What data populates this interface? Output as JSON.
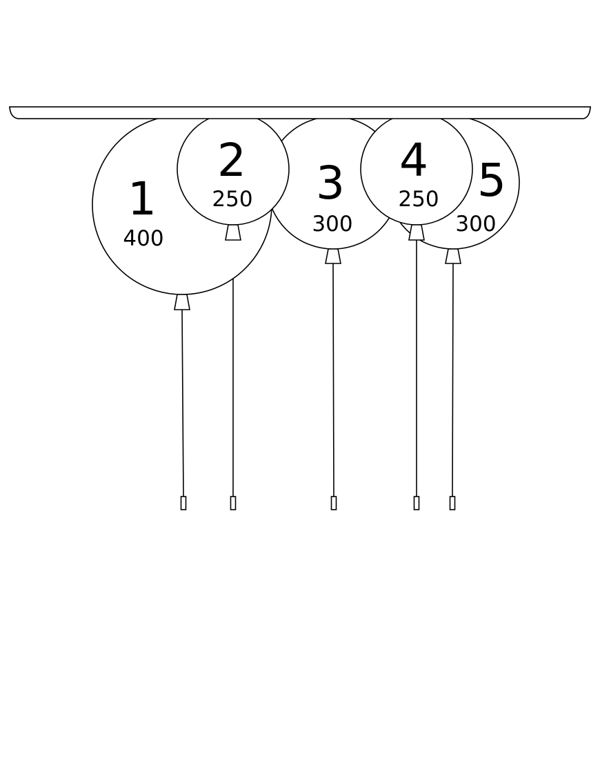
{
  "diagram": {
    "line_color": "#000000",
    "background_color": "#ffffff",
    "balloons": [
      {
        "number": "1",
        "size": "400"
      },
      {
        "number": "2",
        "size": "250"
      },
      {
        "number": "3",
        "size": "300"
      },
      {
        "number": "4",
        "size": "250"
      },
      {
        "number": "5",
        "size": "300"
      }
    ]
  }
}
